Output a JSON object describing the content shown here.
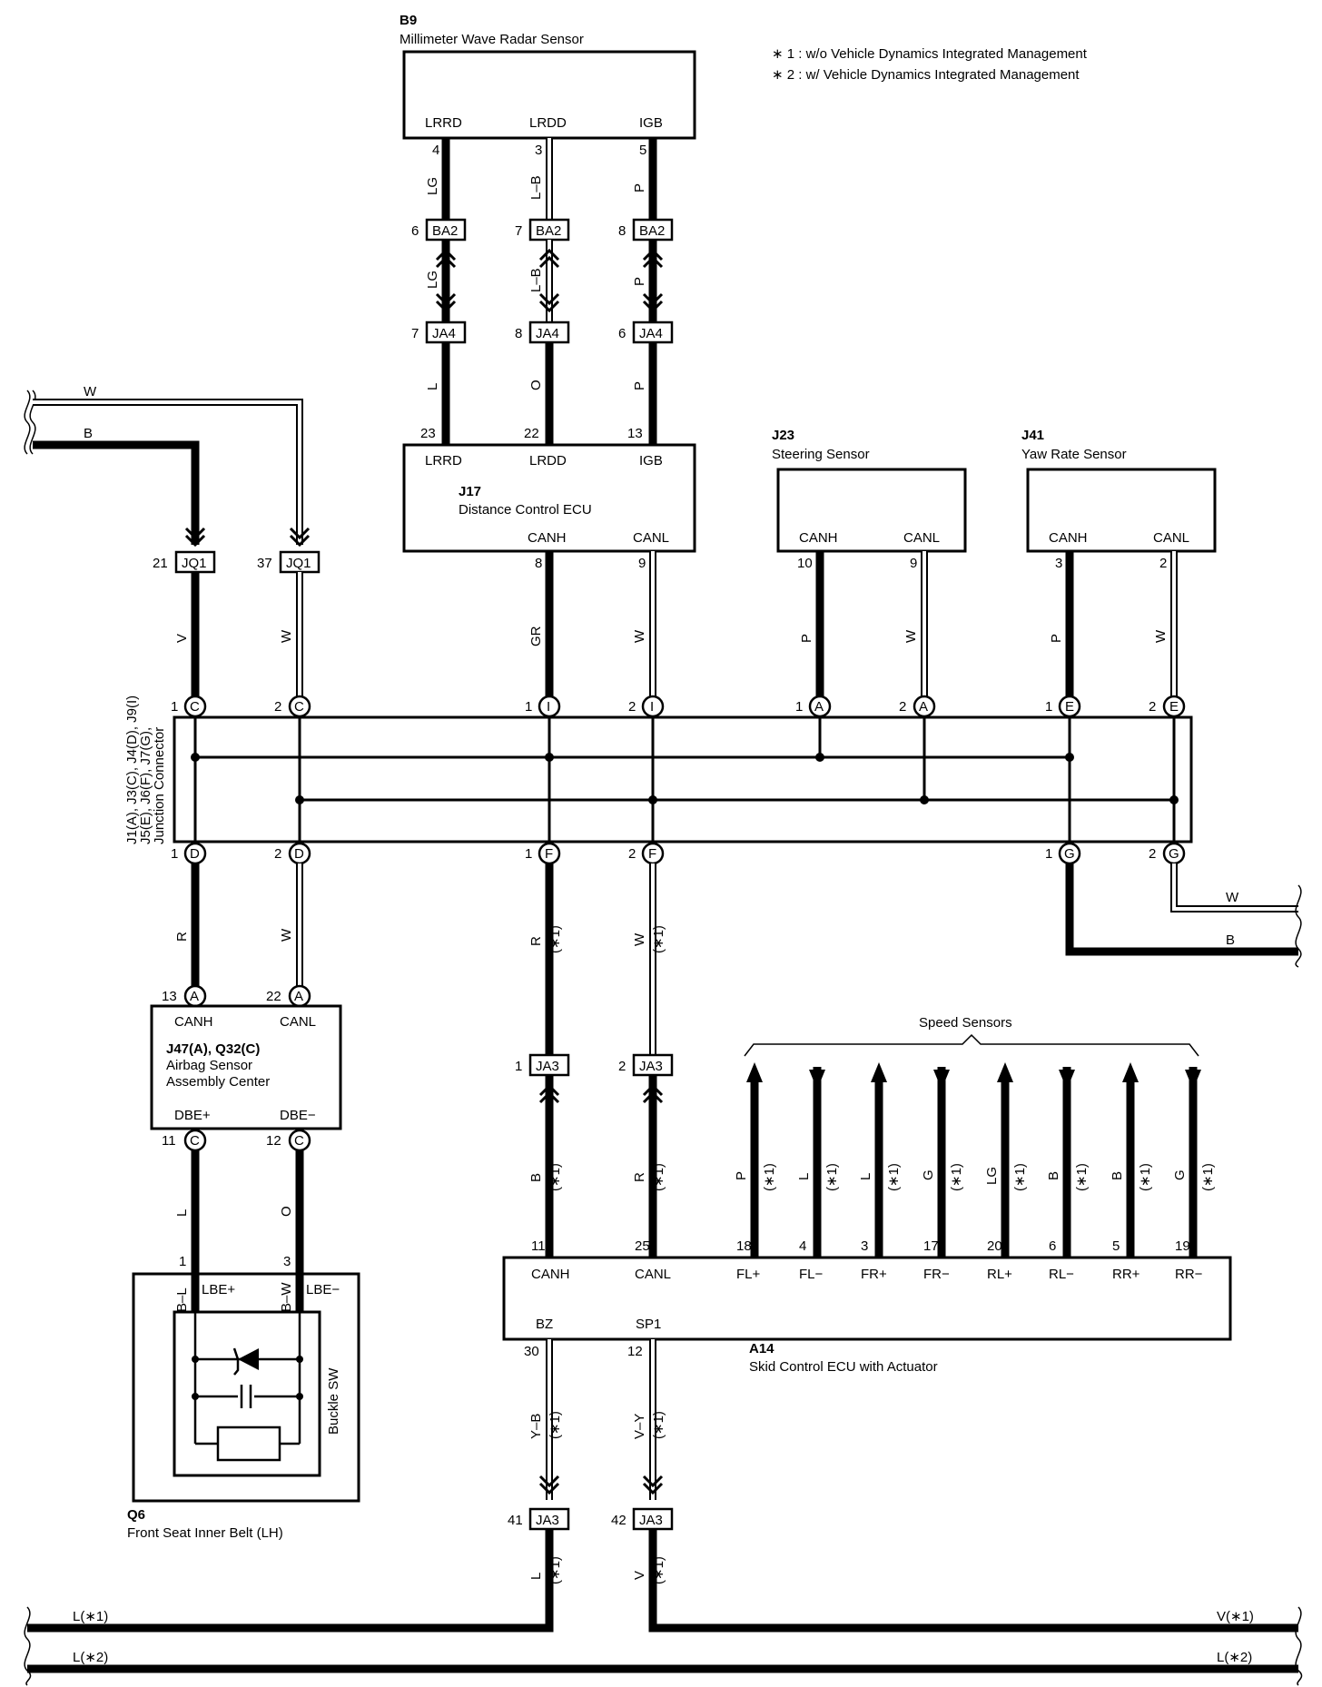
{
  "notes": [
    "∗ 1 : w/o Vehicle Dynamics Integrated Management",
    "∗ 2 : w/ Vehicle Dynamics Integrated Management"
  ],
  "components": {
    "b9": {
      "id": "B9",
      "name": "Millimeter Wave Radar Sensor",
      "pins": [
        "LRRD",
        "LRDD",
        "IGB"
      ],
      "pin_numbers": [
        "4",
        "3",
        "5"
      ]
    },
    "j17": {
      "id": "J17",
      "name": "Distance Control ECU",
      "pins_top": [
        "LRRD",
        "LRDD",
        "IGB"
      ],
      "pin_numbers_top": [
        "23",
        "22",
        "13"
      ],
      "pins_bottom": [
        "CANH",
        "CANL"
      ],
      "pin_numbers_bottom": [
        "8",
        "9"
      ]
    },
    "j23": {
      "id": "J23",
      "name": "Steering Sensor",
      "pins": [
        "CANH",
        "CANL"
      ],
      "pin_numbers": [
        "10",
        "9"
      ]
    },
    "j41": {
      "id": "J41",
      "name": "Yaw Rate Sensor",
      "pins": [
        "CANH",
        "CANL"
      ],
      "pin_numbers": [
        "3",
        "2"
      ]
    },
    "junction": {
      "label_line1": "J1(A), J3(C), J4(D), J9(I)",
      "label_line2": "J5(E), J6(F), J7(G),",
      "label_line3": "Junction Connector"
    },
    "j47": {
      "id": "J47(A), Q32(C)",
      "name_line1": "Airbag Sensor",
      "name_line2": "Assembly Center",
      "pins_top": [
        "CANH",
        "CANL"
      ],
      "pin_numbers_top": [
        "13",
        "22"
      ],
      "pins_bottom": [
        "DBE+",
        "DBE−"
      ],
      "pin_numbers_bottom": [
        "11",
        "12"
      ]
    },
    "q6": {
      "id": "Q6",
      "name": "Front Seat Inner Belt (LH)",
      "pins": [
        "LBE+",
        "LBE−"
      ],
      "pin_numbers": [
        "1",
        "3"
      ],
      "switch_label": "Buckle SW"
    },
    "a14": {
      "id": "A14",
      "name": "Skid Control ECU with Actuator",
      "pins_top": [
        "CANH",
        "CANL",
        "FL+",
        "FL−",
        "FR+",
        "FR−",
        "RL+",
        "RL−",
        "RR+",
        "RR−"
      ],
      "pin_numbers_top": [
        "11",
        "25",
        "18",
        "4",
        "3",
        "17",
        "20",
        "6",
        "5",
        "19"
      ],
      "pins_bottom": [
        "BZ",
        "SP1"
      ],
      "pin_numbers_bottom": [
        "30",
        "12"
      ]
    },
    "speed_sensors": "Speed Sensors"
  },
  "connectors": {
    "ba2": "BA2",
    "ja4": "JA4",
    "jq1": "JQ1",
    "ja3": "JA3",
    "ba2_pins": [
      "6",
      "7",
      "8"
    ],
    "ja4_pins": [
      "7",
      "8",
      "6"
    ],
    "jq1_pins": [
      "21",
      "37"
    ],
    "ja3_pins_top": [
      "1",
      "2"
    ],
    "ja3_pins_bottom": [
      "41",
      "42"
    ]
  },
  "pins": {
    "c": "C",
    "d": "D",
    "i": "I",
    "f": "F",
    "a": "A",
    "e": "E",
    "g": "G",
    "one": "1",
    "two": "2"
  },
  "wires": {
    "radar_upper": [
      "LG",
      "L–B",
      "P"
    ],
    "radar_mid": [
      "LG",
      "L–B",
      "P"
    ],
    "radar_lower": [
      "L",
      "O",
      "P"
    ],
    "left_in": [
      "W",
      "B"
    ],
    "left_down": [
      "V",
      "W"
    ],
    "j17_down": [
      "GR",
      "W"
    ],
    "j23_down": [
      "P",
      "W"
    ],
    "j41_down": [
      "P",
      "W"
    ],
    "right_out": [
      "W",
      "B"
    ],
    "airbag_can": [
      "R",
      "W"
    ],
    "airbag_dbe": [
      "L",
      "O"
    ],
    "belt": [
      "B–L",
      "B–W"
    ],
    "skid_upper": [
      "R",
      "W"
    ],
    "skid_lower": [
      "B",
      "R"
    ],
    "speed": [
      "P",
      "L",
      "L",
      "G",
      "LG",
      "B",
      "B",
      "G"
    ],
    "bz_sp1": [
      "Y–B",
      "V–Y"
    ],
    "bottom_down": [
      "L",
      "V"
    ],
    "bottom_bus": [
      "L(∗1)",
      "V(∗1)",
      "L(∗2)",
      "L(∗2)"
    ],
    "note1": "(∗1)"
  }
}
